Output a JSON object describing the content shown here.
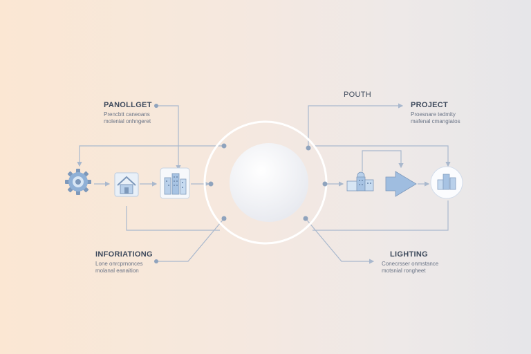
{
  "labels": {
    "top_left": {
      "title": "PANOLLGET",
      "line1": "Prencbtt caneoans",
      "line2": "molenial onhngeret"
    },
    "top_center": {
      "title": "POUTH"
    },
    "top_right": {
      "title": "PROJECT",
      "line1": "Proesnare tedmity",
      "line2": "mafenal cmangiatos"
    },
    "bottom_left": {
      "title": "INFORIATIONG",
      "line1": "Lone onrcprnonces",
      "line2": "molanal eanaition"
    },
    "bottom_right": {
      "title": "LIGHTING",
      "line1": "Conecrsser onmstance",
      "line2": "motsnial rongheet"
    }
  },
  "icons": {
    "gear": "gear-icon",
    "house": "house-icon",
    "buildings": "buildings-icon",
    "factory": "factory-icon",
    "arrow": "arrow-icon",
    "city_circle": "city-icon"
  },
  "colors": {
    "line": "#a9b8cd",
    "node": "#8fa3bd",
    "icon_fill": "#b9d0ea",
    "icon_stroke": "#7d98ba",
    "ring": "#ffffff"
  }
}
